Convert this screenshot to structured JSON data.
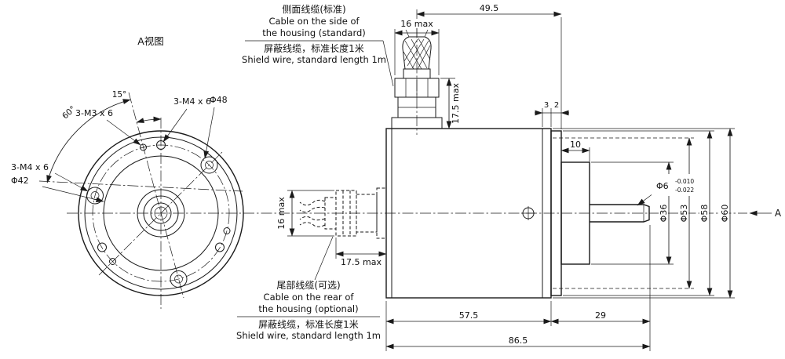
{
  "colors": {
    "line": "#1a1a1a",
    "background": "#ffffff"
  },
  "front_view": {
    "title": "A视图",
    "angle_60": "60°",
    "angle_15": "15°",
    "label_m3": "3-M3 x 6",
    "label_m4_top": "3-M4 x 6",
    "label_m4_left": "3-M4 x 6",
    "dia_bolt_circle": "Φ48",
    "dia_inner": "Φ42"
  },
  "side_cable_note": {
    "line1": "侧面线缆(标准)",
    "line2": "Cable on the side of",
    "line3": "the housing (standard)",
    "line4": "屏蔽线缆，标准长度1米",
    "line5": "Shield wire, standard length 1m"
  },
  "rear_cable_note": {
    "line1": "尾部线缆(可选)",
    "line2": "Cable on the rear of",
    "line3": "the housing (optional)",
    "line4": "屏蔽线缆，标准长度1米",
    "line5": "Shield wire, standard length 1m"
  },
  "dimensions": {
    "cable_offset": "49.5",
    "side_gland_width": "16 max",
    "side_gland_height": "17.5 max",
    "rear_gland_width": "16 max",
    "rear_gland_length": "17.5 max",
    "step_3": "3",
    "step_2": "2",
    "boss_depth": "10",
    "shaft_dia": "Φ6",
    "shaft_tol_upper": "-0.010",
    "shaft_tol_lower": "-0.022",
    "dia_36": "Φ36",
    "dia_53": "Φ53",
    "dia_58": "Φ58",
    "dia_60": "Φ60",
    "body_length": "57.5",
    "shaft_section_length": "29",
    "total_length": "86.5",
    "view_label": "A"
  }
}
